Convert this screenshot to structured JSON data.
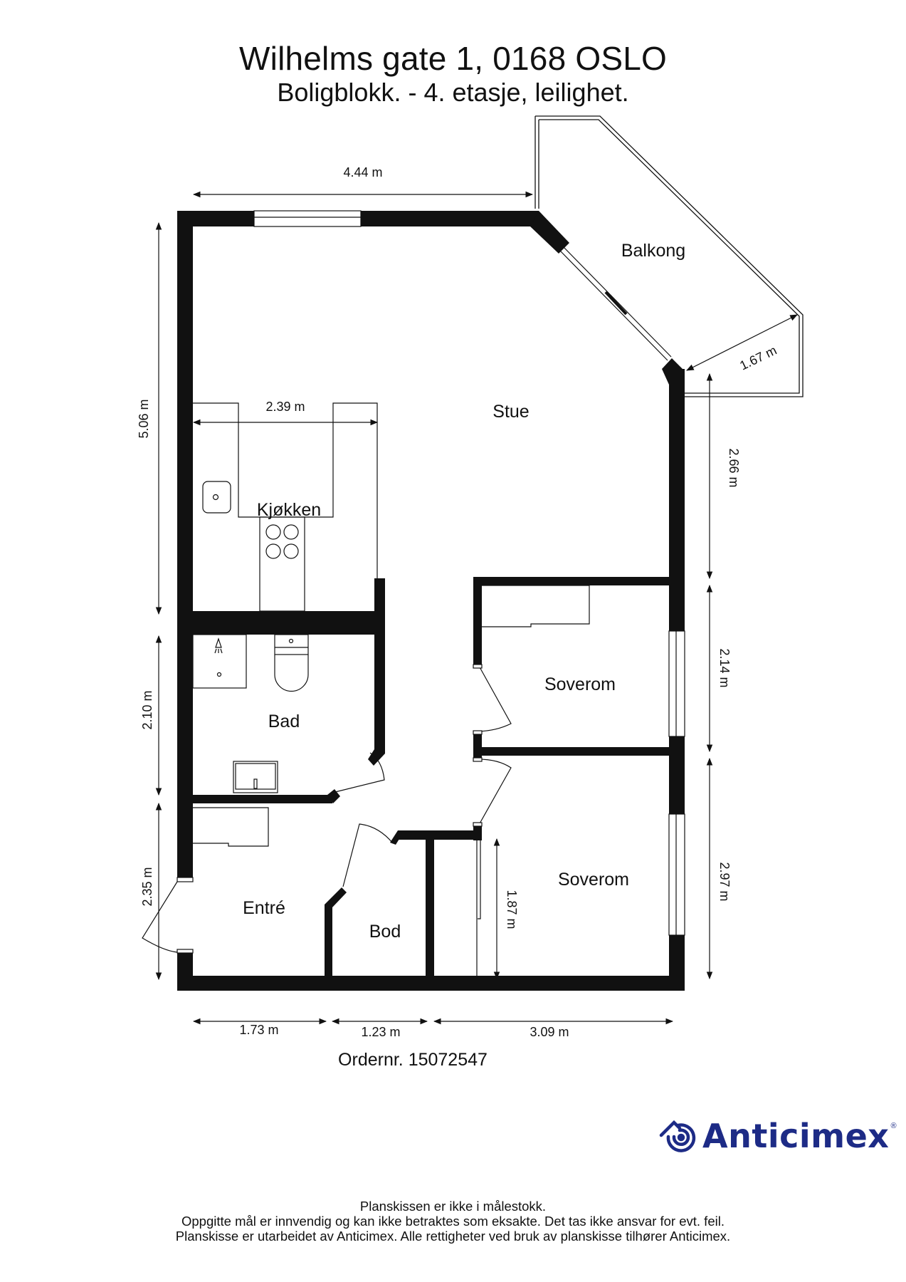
{
  "header": {
    "title": "Wilhelms gate 1, 0168 OSLO",
    "subtitle": "Boligblokk.  - 4. etasje, leilighet."
  },
  "rooms": {
    "stue": "Stue",
    "balkong": "Balkong",
    "kjokken": "Kjøkken",
    "bad": "Bad",
    "entre": "Entré",
    "bod": "Bod",
    "soverom_1": "Soverom",
    "soverom_2": "Soverom"
  },
  "dimensions": {
    "top_width": "4.44 m",
    "left_stue_height": "5.06 m",
    "kitchen_width": "2.39 m",
    "balcony_depth": "1.67 m",
    "right_stue_height": "2.66 m",
    "right_bedroom1_height": "2.14 m",
    "right_bedroom2_height": "2.97 m",
    "left_bath_height": "2.10 m",
    "left_entry_height": "2.35 m",
    "closet_height": "1.87 m",
    "bottom_entry_width": "1.73 m",
    "bottom_bod_width": "1.23 m",
    "bottom_bedroom_width": "3.09 m"
  },
  "order": {
    "text": "Ordernr. 15072547"
  },
  "logo": {
    "icon": "anticimex-swirl-house-icon",
    "name": "Anticimex",
    "registered": "®",
    "color": "#1d2b86"
  },
  "footer": {
    "line1": "Planskissen er ikke i målestokk.",
    "line2": "Oppgitte mål er innvendig og kan ikke betraktes som eksakte. Det tas ikke ansvar for evt. feil.",
    "line3": "Planskisse er utarbeidet av Anticimex. Alle rettigheter ved bruk av planskisse tilhører Anticimex."
  }
}
